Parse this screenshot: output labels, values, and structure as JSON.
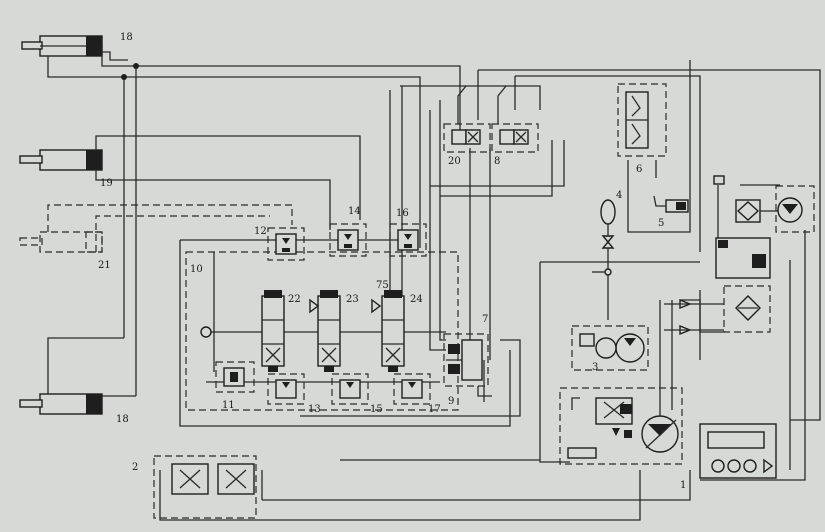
{
  "labels": {
    "l1": "1",
    "l2": "2",
    "l3": "3",
    "l4": "4",
    "l5": "5",
    "l6": "6",
    "l7": "7",
    "l8": "8",
    "l9": "9",
    "l10": "10",
    "l11": "11",
    "l12": "12",
    "l13": "13",
    "l14": "14",
    "l15": "15",
    "l16": "16",
    "l17": "17",
    "l18a": "18",
    "l18b": "18",
    "l19": "19",
    "l20": "20",
    "l21": "21",
    "l22": "22",
    "l23": "23",
    "l24": "24",
    "l25": "75"
  }
}
